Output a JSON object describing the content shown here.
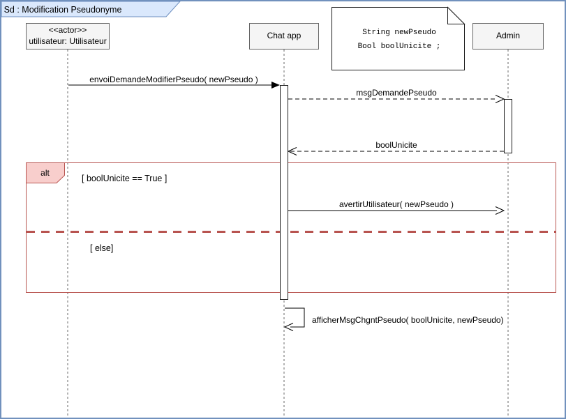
{
  "frame": {
    "title": "Sd :  Modification Pseudonyme"
  },
  "participants": [
    {
      "stereotype": "<<actor>>",
      "name": "utilisateur: Utilisateur"
    },
    {
      "name": "Chat app"
    },
    {
      "name": "Admin"
    }
  ],
  "note": {
    "line1": "String newPseudo",
    "line2": "Bool boolUnicite ;"
  },
  "messages": [
    {
      "label": "envoiDemandeModifierPseudo( newPseudo )",
      "from": "utilisateur",
      "to": "Chat app",
      "style": "solid-filled-arrow"
    },
    {
      "label": "msgDemandePseudo",
      "from": "Chat app",
      "to": "Admin",
      "style": "dashed-open-arrow"
    },
    {
      "label": "boolUnicite",
      "from": "Admin",
      "to": "Chat app",
      "style": "dashed-open-arrow"
    },
    {
      "label": "avertirUtilisateur( newPseudo )",
      "from": "Chat app",
      "to": "Admin",
      "style": "solid-open-arrow"
    },
    {
      "label": "afficherMsgChgntPseudo( boolUnicite, newPseudo)",
      "from": "Chat app",
      "to": "Chat app",
      "style": "self-message-open-arrow"
    }
  ],
  "fragment": {
    "operator": "alt",
    "guard_true": "[ boolUnicite == True ]",
    "guard_else": "[ else]"
  },
  "colors": {
    "canvas_border": "#7191bd",
    "frame_tab_fill": "#dae8fc",
    "frame_tab_border": "#6c8ebf",
    "participant_fill": "#f5f5f5",
    "participant_border": "#666666",
    "fragment_border": "#b85450",
    "fragment_label_fill": "#f8cecc",
    "note_fill": "#ffffff",
    "line_color": "#000000"
  }
}
